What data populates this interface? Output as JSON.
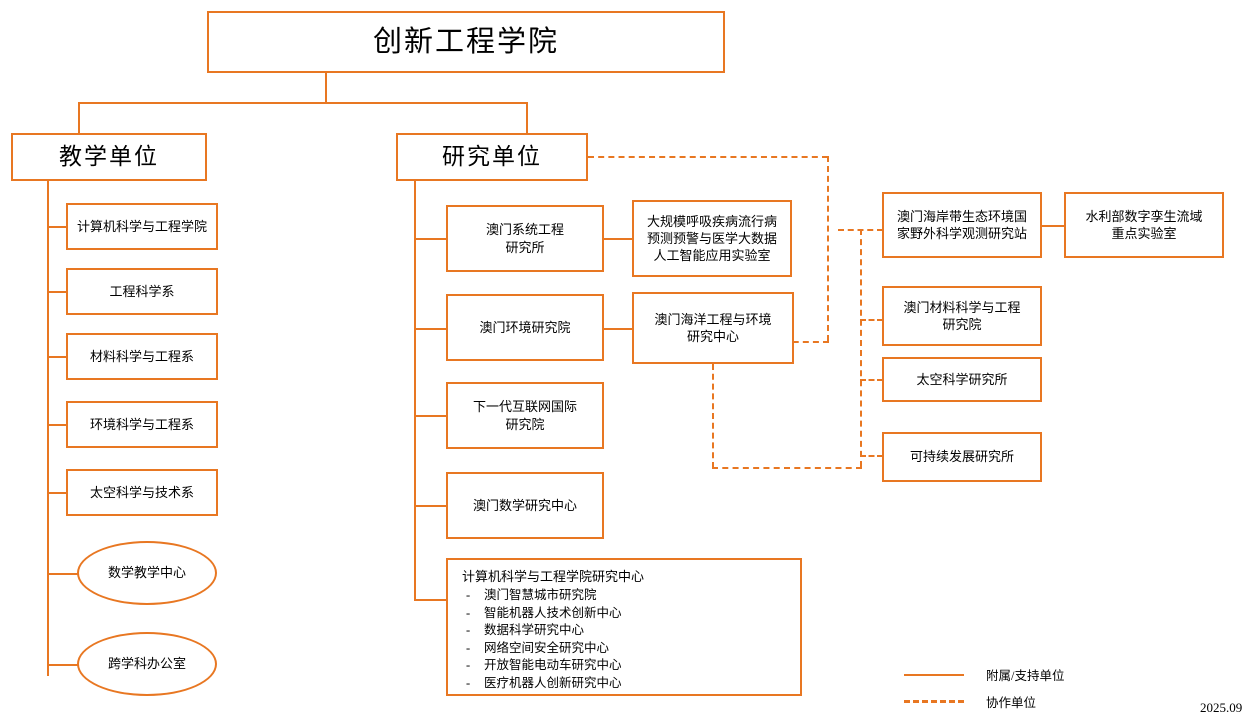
{
  "chart": {
    "title": "创新工程学院",
    "datestamp": "2025.09"
  },
  "branches": {
    "teaching": "教学单位",
    "research": "研究单位"
  },
  "teaching_units": [
    {
      "label": "计算机科学与工程学院",
      "shape": "box"
    },
    {
      "label": "工程科学系",
      "shape": "box"
    },
    {
      "label": "材料科学与工程系",
      "shape": "box"
    },
    {
      "label": "环境科学与工程系",
      "shape": "box"
    },
    {
      "label": "太空科学与技术系",
      "shape": "box"
    },
    {
      "label": "数学教学中心",
      "shape": "oval"
    },
    {
      "label": "跨学科办公室",
      "shape": "oval"
    }
  ],
  "research_units": [
    {
      "label": "澳门系统工程\n研究所",
      "shape": "box"
    },
    {
      "label": "澳门环境研究院",
      "shape": "box"
    },
    {
      "label": "下一代互联网国际\n研究院",
      "shape": "box"
    },
    {
      "label": "澳门数学研究中心",
      "shape": "box"
    }
  ],
  "research_subunits": [
    {
      "label": "大规模呼吸疾病流行病\n预测预警与医学大数据\n人工智能应用实验室"
    },
    {
      "label": "澳门海洋工程与环境\n研究中心"
    }
  ],
  "affiliated_units": [
    {
      "label": "澳门海岸带生态环境国\n家野外科学观测研究站"
    },
    {
      "label": "澳门材料科学与工程\n研究院"
    },
    {
      "label": "太空科学研究所"
    },
    {
      "label": "可持续发展研究所"
    }
  ],
  "far_right_units": [
    {
      "label": "水利部数字孪生流域\n重点实验室"
    }
  ],
  "cse_centers": {
    "title": "计算机科学与工程学院研究中心",
    "items": [
      "澳门智慧城市研究院",
      "智能机器人技术创新中心",
      "数据科学研究中心",
      "网络空间安全研究中心",
      "开放智能电动车研究中心",
      "医疗机器人创新研究中心"
    ]
  },
  "legend": [
    {
      "style": "solid",
      "label": "附属/支持单位"
    },
    {
      "style": "dashed",
      "label": "协作单位"
    }
  ],
  "colors": {
    "accent": "#E87722",
    "text": "#000000",
    "background": "#FFFFFF"
  }
}
